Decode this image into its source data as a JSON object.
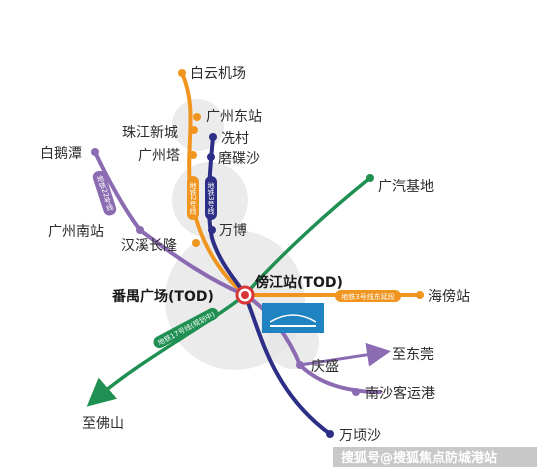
{
  "colors": {
    "orange": "#f0951f",
    "purple": "#8b6cb2",
    "navy": "#2d2f86",
    "green": "#1f8f52",
    "circle": "#e6e6e6",
    "hub": "#d8373a",
    "logo": "#1f83c2"
  },
  "stations": {
    "baiyun_airport": "白云机场",
    "guangzhou_east": "广州东站",
    "zhujiang_newtown": "珠江新城",
    "canton_tower": "广州塔",
    "xiancun": "冼村",
    "modiesha": "磨碟沙",
    "baietan": "白鹅潭",
    "guangqi_base": "广汽基地",
    "guangzhou_south": "广州南站",
    "wanbo": "万博",
    "hanxi_changlong": "汉溪长隆",
    "panyu_square": "番禺广场(TOD)",
    "bangjiang": "傍江站(TOD)",
    "haibang": "海傍站",
    "qingsheng": "庆盛",
    "to_dongguan": "至东莞",
    "nansha_port": "南沙客运港",
    "to_foshan": "至佛山",
    "wanqingsha": "万顷沙"
  },
  "line_labels": {
    "line22": "地铁22号线",
    "line2": "地铁2号线",
    "line3": "地铁3号线",
    "line3_east": "地铁3号线东延段",
    "line17": "地铁17号线(规划中)"
  },
  "icons": {
    "hub": "metro-hub-icon",
    "project_logo": "project-logo-icon"
  },
  "watermark": "搜狐号@搜狐焦点防城港站"
}
